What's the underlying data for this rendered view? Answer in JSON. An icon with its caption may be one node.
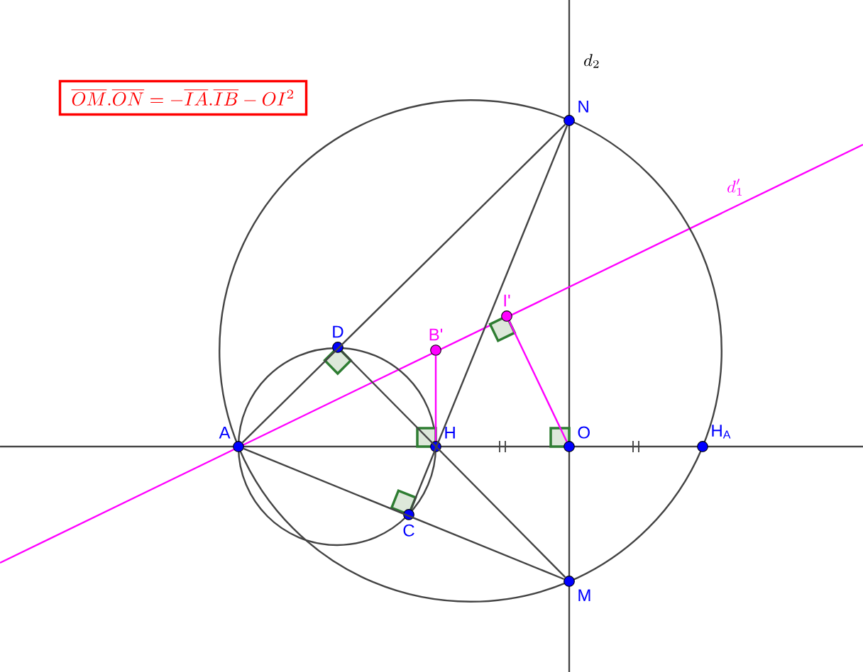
{
  "diagram": {
    "nodes": [
      {
        "text": [
          "N"
        ]
      },
      {
        "text": [
          "D"
        ]
      },
      {
        "text": [
          "B'"
        ]
      },
      {
        "text": [
          "I'"
        ]
      },
      {
        "text": [
          "A"
        ]
      },
      {
        "text": [
          "H"
        ]
      },
      {
        "text": [
          "O"
        ]
      },
      {
        "text": [
          "H$_{A}$"
        ]
      },
      {
        "text": [
          "C"
        ]
      },
      {
        "text": [
          "M"
        ]
      }
    ],
    "edges": [
      {
        "from": 4,
        "to": 0,
        "arrow": "none"
      },
      {
        "from": 4,
        "to": 9,
        "arrow": "none"
      },
      {
        "from": 0,
        "to": 8,
        "arrow": "none"
      },
      {
        "from": 1,
        "to": 9,
        "arrow": "none"
      },
      {
        "from": 2,
        "to": 5,
        "arrow": "none",
        "color": "#ff00ff"
      },
      {
        "from": 3,
        "to": 6,
        "arrow": "none",
        "color": "#ff00ff"
      }
    ],
    "labels": [
      "\\overline{OM}.\\overline{ON}=-\\overline{IA}.\\overline{IB}-OI^2",
      "d_2",
      "d'_1"
    ]
  }
}
